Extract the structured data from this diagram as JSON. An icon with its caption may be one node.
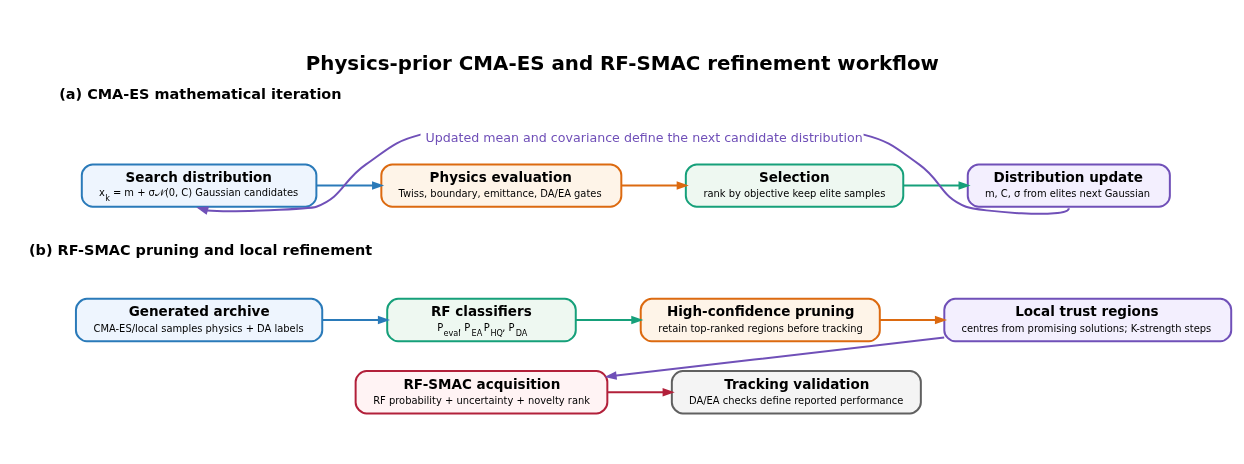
{
  "diagram": {
    "title": "Physics-prior CMA-ES and RF-SMAC refinement workflow",
    "nodes": [
      {
        "text": [
          "Search distribution",
          "x$_{k}$ = m + σ𝒩(0, C) Gaussian candidates"
        ]
      },
      {
        "text": [
          "Physics evaluation",
          "Twiss, boundary, emittance, DA/EA gates"
        ]
      },
      {
        "text": [
          "Selection",
          "rank by objective keep elite samples"
        ]
      },
      {
        "text": [
          "Distribution update",
          "m, C, σ from elites next Gaussian"
        ]
      },
      {
        "text": [
          "Generated archive",
          "CMA-ES/local samples physics + DA labels"
        ]
      },
      {
        "text": [
          "RF classifiers",
          "P$_{eval}$, P$_{EA}$ P$_{HQ}$, P$_{DA}$"
        ]
      },
      {
        "text": [
          "High-confidence pruning",
          "retain top-ranked regions before tracking"
        ]
      },
      {
        "text": [
          "Local trust regions",
          "centres from promising solutions; K-strength steps"
        ]
      },
      {
        "text": [
          "RF-SMAC acquisition",
          "RF probability + uncertainty + novelty rank"
        ]
      },
      {
        "text": [
          "Tracking validation",
          "DA/EA checks define reported performance"
        ]
      }
    ],
    "edges": [
      {
        "from": 0,
        "to": 1,
        "arrow": "to",
        "color": "#2a7ab9"
      },
      {
        "from": 1,
        "to": 2,
        "arrow": "to",
        "color": "#dc6a10"
      },
      {
        "from": 2,
        "to": 3,
        "arrow": "to",
        "color": "#16a07a"
      },
      {
        "from": 3,
        "to": 0,
        "arrow": "to",
        "color": "#7050b8",
        "label": "Updated mean and covariance define the next candidate distribution"
      },
      {
        "from": 4,
        "to": 5,
        "arrow": "to",
        "color": "#2a7ab9"
      },
      {
        "from": 5,
        "to": 6,
        "arrow": "to",
        "color": "#16a07a"
      },
      {
        "from": 6,
        "to": 7,
        "arrow": "to",
        "color": "#dc6a10"
      },
      {
        "from": 7,
        "to": 8,
        "arrow": "to",
        "color": "#7050b8"
      },
      {
        "from": 8,
        "to": 9,
        "arrow": "to",
        "color": "#b2203a"
      }
    ],
    "labels": [
      "(a) CMA-ES mathematical iteration",
      "(b) RF-SMAC pruning and local refinement"
    ]
  }
}
